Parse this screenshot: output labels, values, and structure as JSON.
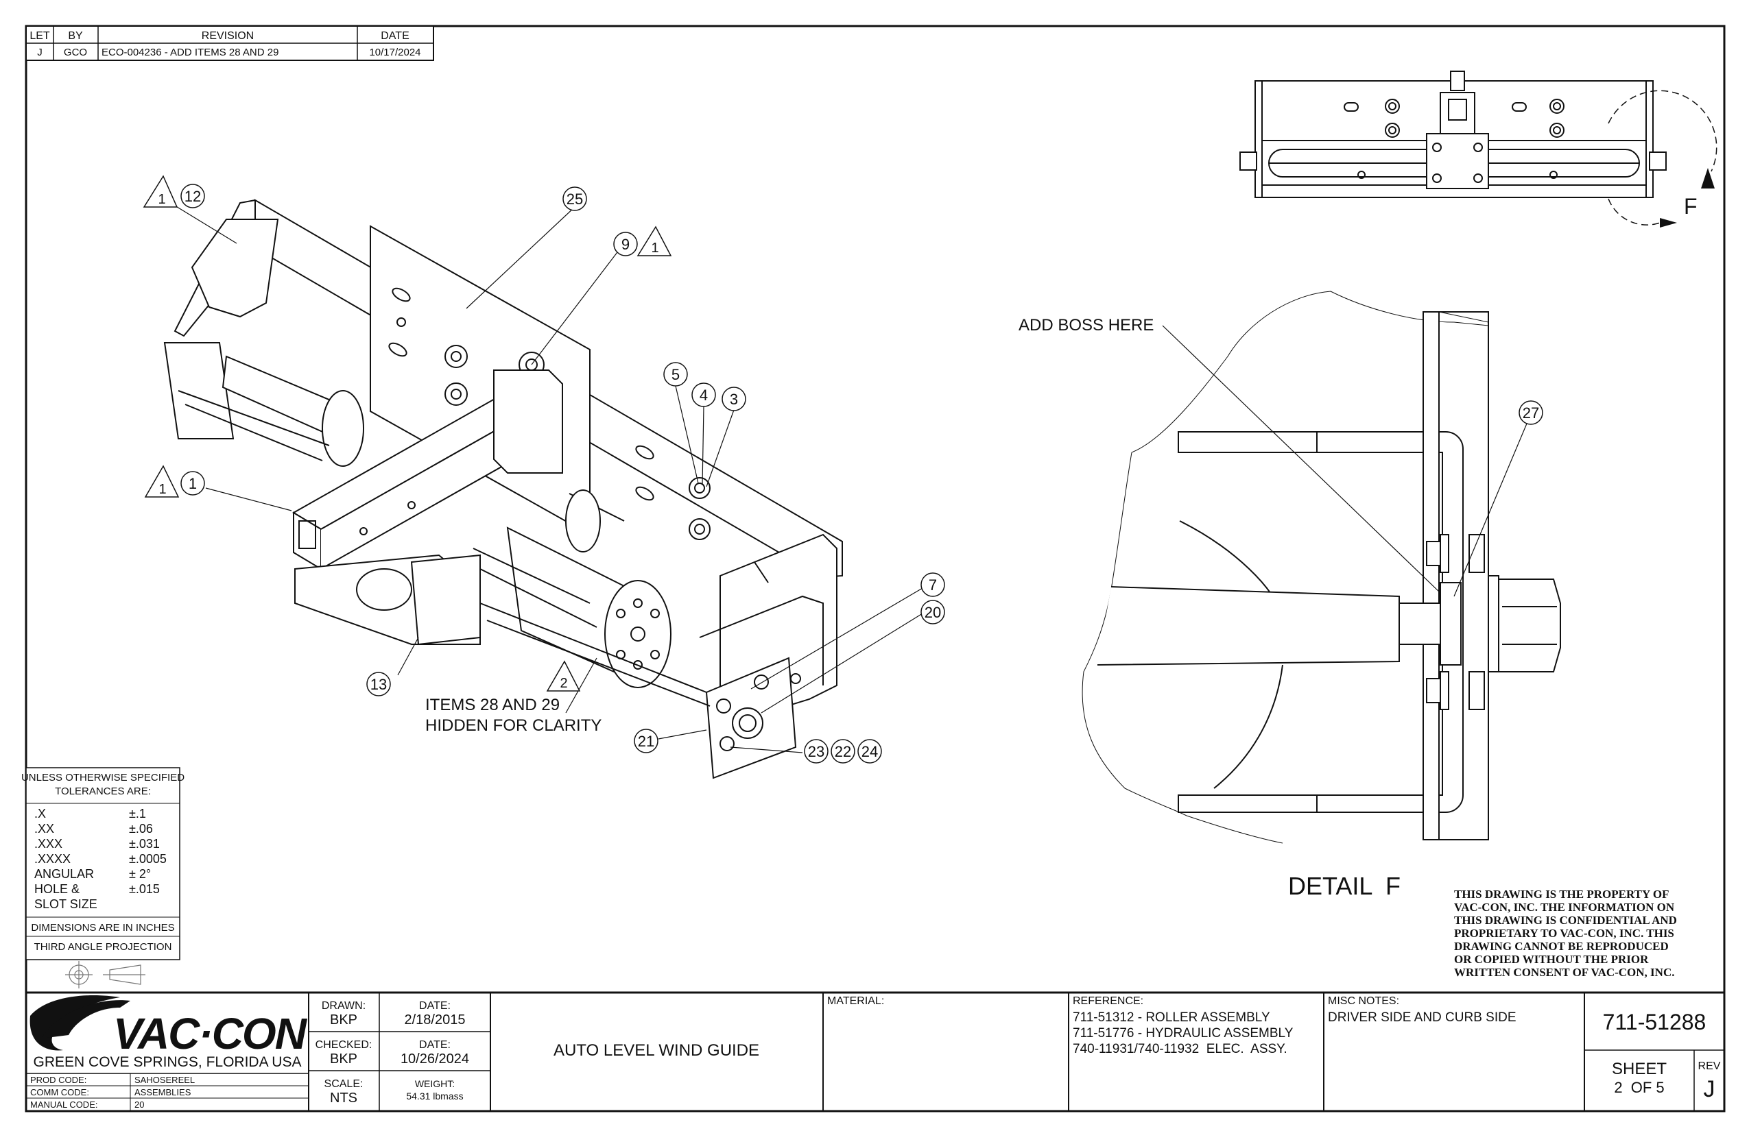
{
  "revision_block": {
    "headers": [
      "LET",
      "BY",
      "REVISION",
      "DATE"
    ],
    "rows": [
      {
        "let": "J",
        "by": "GCO",
        "revision": "ECO-004236 - ADD ITEMS 28 AND 29",
        "date": "10/17/2024"
      }
    ]
  },
  "callouts": {
    "balloons": [
      "12",
      "25",
      "9",
      "5",
      "4",
      "3",
      "1",
      "7",
      "20",
      "13",
      "21",
      "23",
      "22",
      "24",
      "27"
    ],
    "rev_flags": [
      "1",
      "1",
      "1",
      "2"
    ],
    "note_hidden": [
      "ITEMS 28 AND 29",
      "HIDDEN FOR CLARITY"
    ],
    "add_boss": "ADD BOSS HERE",
    "view_letter": "F",
    "detail_title": "DETAIL  F"
  },
  "tolerances": {
    "heading": [
      "UNLESS OTHERWISE SPECIFIED",
      "TOLERANCES ARE:"
    ],
    "rows": [
      {
        "label": ".X",
        "value": "±.1"
      },
      {
        "label": ".XX",
        "value": "±.06"
      },
      {
        "label": ".XXX",
        "value": "±.031"
      },
      {
        "label": ".XXXX",
        "value": "±.0005"
      },
      {
        "label": "ANGULAR",
        "value": "± 2°"
      },
      {
        "label": "HOLE &",
        "value": "±.015"
      },
      {
        "label": "SLOT SIZE",
        "value": ""
      }
    ],
    "units": "DIMENSIONS ARE IN INCHES",
    "projection": "THIRD ANGLE PROJECTION"
  },
  "proprietary_notice": [
    "THIS DRAWING IS THE PROPERTY OF",
    "VAC-CON, INC.  THE INFORMATION ON",
    "THIS DRAWING IS CONFIDENTIAL AND",
    "PROPRIETARY TO VAC-CON, INC.  THIS",
    "DRAWING CANNOT BE REPRODUCED",
    "OR COPIED WITHOUT THE PRIOR",
    "WRITTEN CONSENT OF VAC-CON, INC."
  ],
  "title_block": {
    "logo_text": "VAC·CON",
    "location": "GREEN COVE SPRINGS, FLORIDA USA",
    "codes": [
      {
        "label": "PROD CODE:",
        "value": "SAHOSEREEL"
      },
      {
        "label": "COMM CODE:",
        "value": "ASSEMBLIES"
      },
      {
        "label": "MANUAL CODE:",
        "value": "20"
      }
    ],
    "drawn_label": "DRAWN:",
    "drawn_by": "BKP",
    "drawn_date_label": "DATE:",
    "drawn_date": "2/18/2015",
    "checked_label": "CHECKED:",
    "checked_by": "BKP",
    "checked_date_label": "DATE:",
    "checked_date": "10/26/2024",
    "scale_label": "SCALE:",
    "scale": "NTS",
    "weight_label": "WEIGHT:",
    "weight": "54.31 lbmass",
    "title": "AUTO LEVEL WIND GUIDE",
    "material_label": "MATERIAL:",
    "reference_label": "REFERENCE:",
    "references": [
      "711-51312 - ROLLER ASSEMBLY",
      "711-51776 - HYDRAULIC ASSEMBLY",
      "740-11931/740-11932  ELEC.  ASSY."
    ],
    "misc_label": "MISC NOTES:",
    "misc_notes": "DRIVER SIDE AND CURB SIDE",
    "part_number": "711-51288",
    "sheet_label": "SHEET",
    "sheet_value": "2  OF 5",
    "rev_label": "REV",
    "rev_value": "J"
  }
}
